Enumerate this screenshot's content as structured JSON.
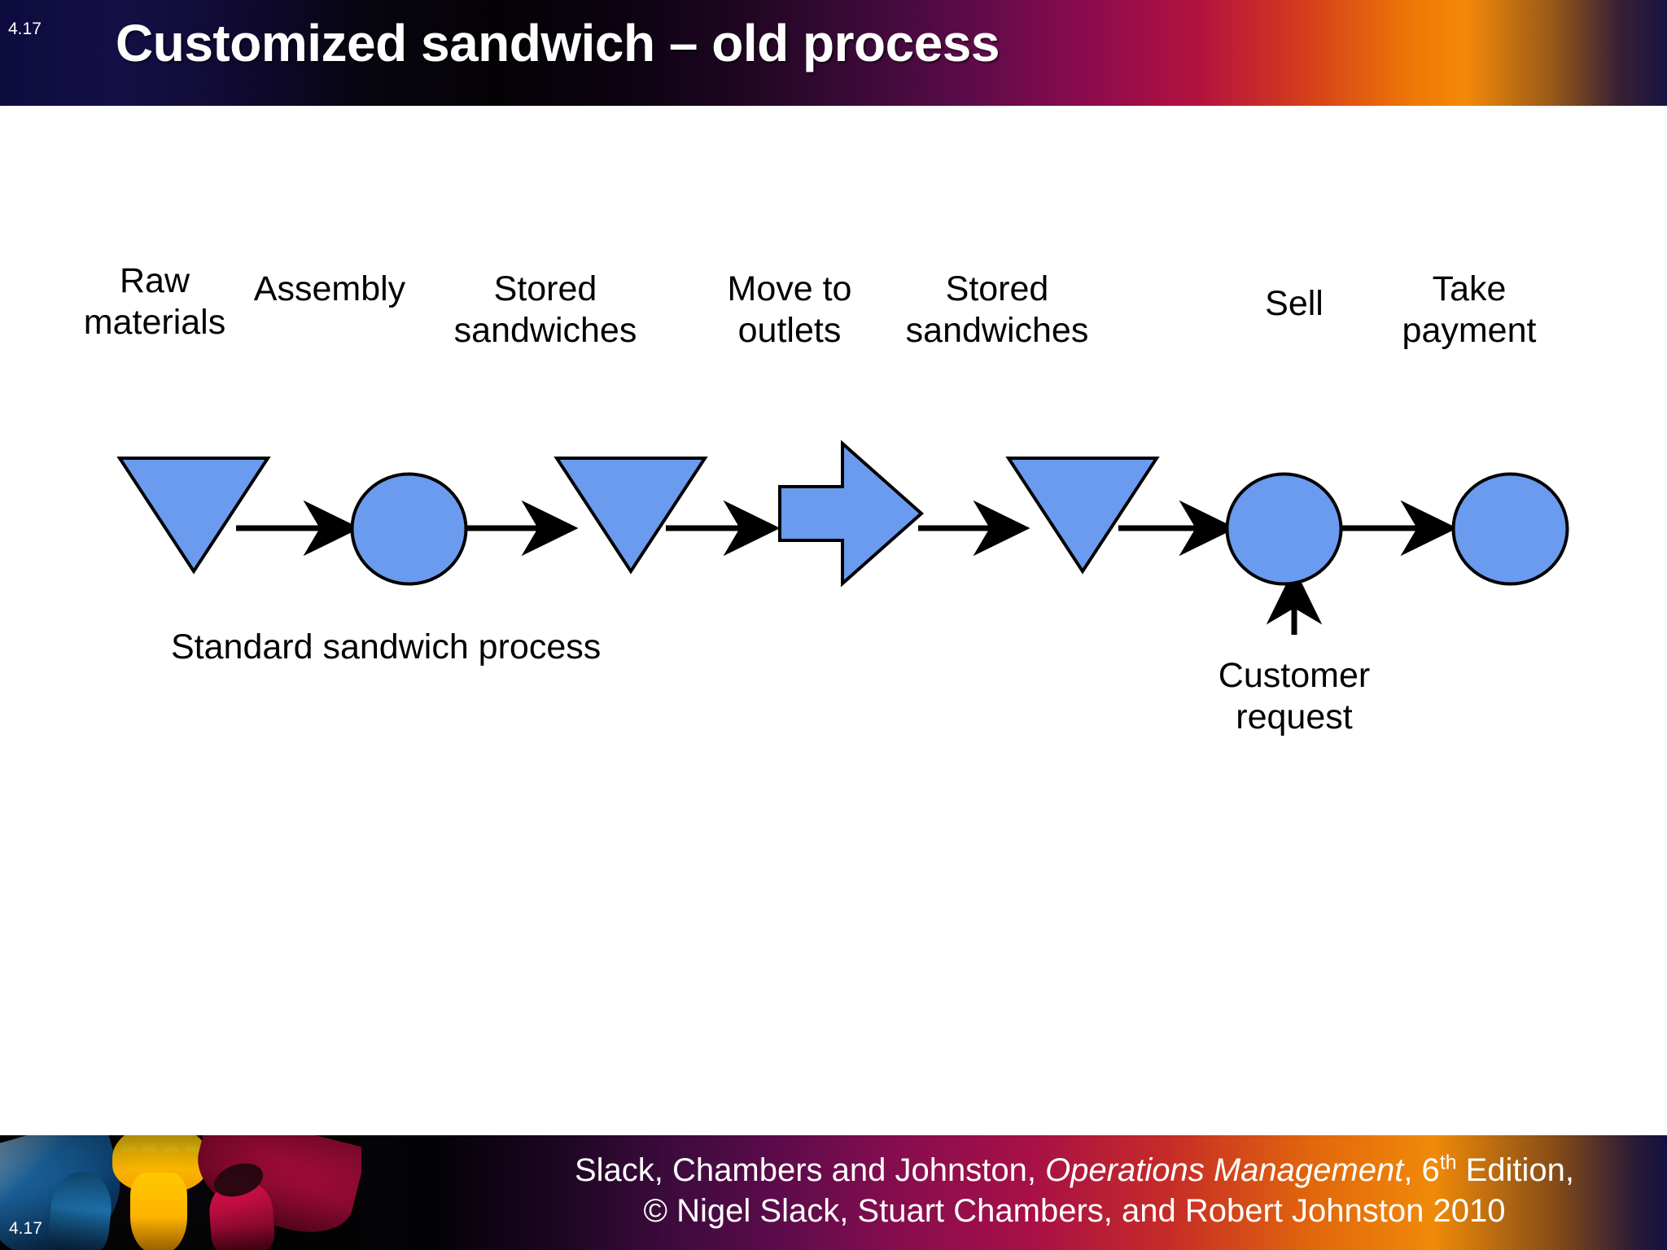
{
  "header": {
    "slide_number": "4.17",
    "title": "Customized sandwich – old process",
    "colors": {
      "navy": "#0d0b3e",
      "magenta": "#8a0b4e",
      "orange": "#f2890a"
    }
  },
  "diagram": {
    "shape_fill": "#6b9bee",
    "shape_stroke": "#000000",
    "nodes": [
      {
        "id": "raw-materials",
        "label_line1": "Raw",
        "label_line2": "materials",
        "shape": "triangle-down"
      },
      {
        "id": "assembly",
        "label_line1": "Assembly",
        "label_line2": "",
        "shape": "circle"
      },
      {
        "id": "stored-1",
        "label_line1": "Stored",
        "label_line2": "sandwiches",
        "shape": "triangle-down"
      },
      {
        "id": "move-to-outlets",
        "label_line1": "Move to",
        "label_line2": "outlets",
        "shape": "block-arrow-right"
      },
      {
        "id": "stored-2",
        "label_line1": "Stored",
        "label_line2": "sandwiches",
        "shape": "triangle-down"
      },
      {
        "id": "sell",
        "label_line1": "Sell",
        "label_line2": "",
        "shape": "circle"
      },
      {
        "id": "take-payment",
        "label_line1": "Take",
        "label_line2": "payment",
        "shape": "circle"
      }
    ],
    "notes": {
      "standard_process": "Standard sandwich process",
      "customer_request_line1": "Customer",
      "customer_request_line2": "request"
    }
  },
  "footer": {
    "slide_number": "4.17",
    "citation_line1_pre": "Slack, Chambers and Johnston, ",
    "citation_line1_italic": "Operations Management",
    "citation_line1_mid": ", 6",
    "citation_line1_sup": "th",
    "citation_line1_post": " Edition,",
    "citation_line2": "© Nigel Slack, Stuart Chambers, and Robert Johnston 2010"
  }
}
